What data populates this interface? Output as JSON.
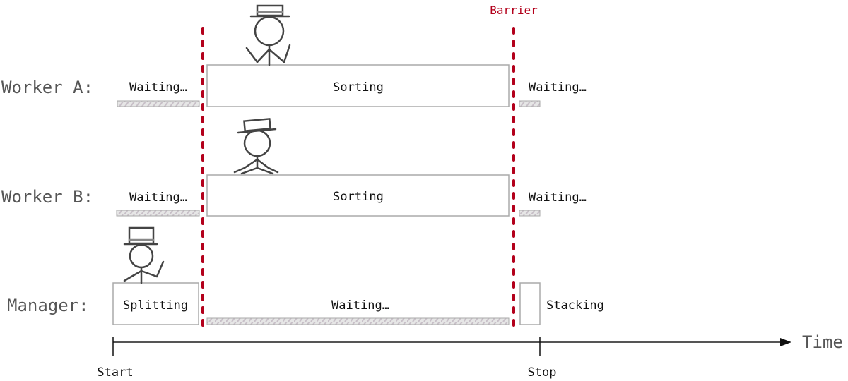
{
  "barrier": {
    "label": "Barrier",
    "color": "#b3001b"
  },
  "rows": [
    {
      "label": "Worker A:",
      "before": "Waiting…",
      "during": "Sorting",
      "after": "Waiting…"
    },
    {
      "label": "Worker B:",
      "before": "Waiting…",
      "during": "Sorting",
      "after": "Waiting…"
    },
    {
      "label": "Manager:",
      "before": "Splitting",
      "during": "Waiting…",
      "after": "Stacking"
    }
  ],
  "axis": {
    "label": "Time",
    "start": "Start",
    "stop": "Stop"
  }
}
